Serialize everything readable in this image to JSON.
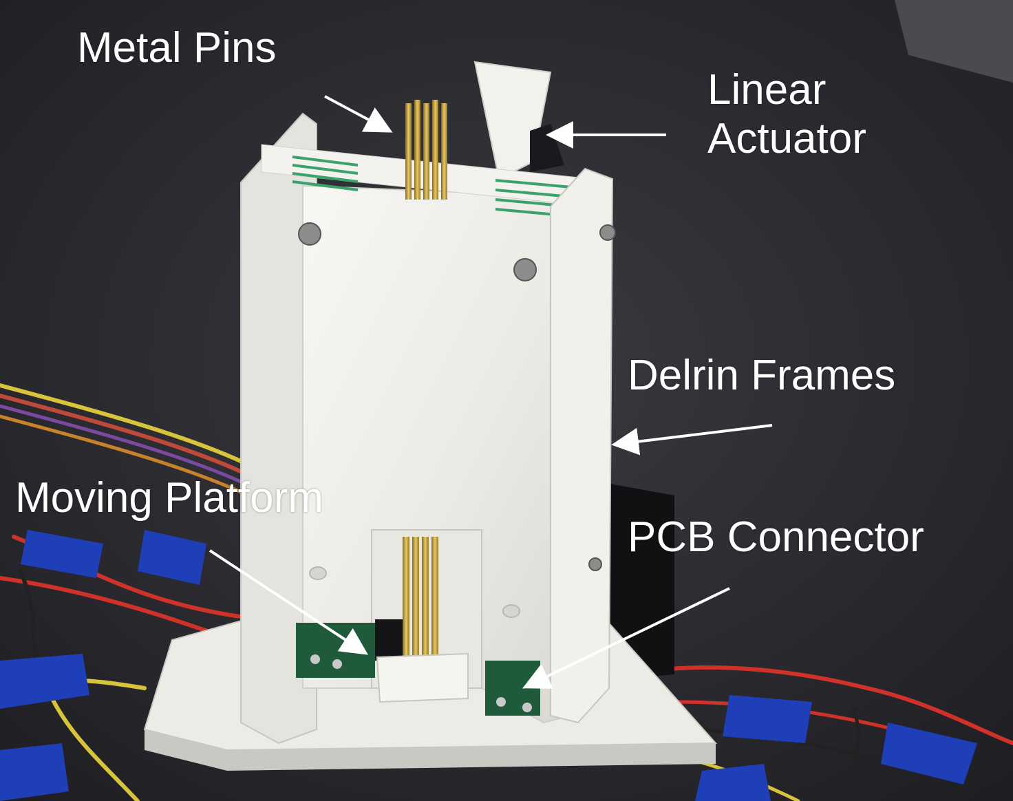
{
  "labels": {
    "metal_pins": "Metal Pins",
    "linear_actuator_line1": "Linear",
    "linear_actuator_line2": "Actuator",
    "delrin_frames": "Delrin Frames",
    "moving_platform": "Moving Platform",
    "pcb_connector": "PCB Connector"
  },
  "colors": {
    "background": "#2a2a2f",
    "delrin": "#f1f1ee",
    "brass": "#c9a541",
    "pcb": "#1f5b3a",
    "tape": "#1e3fb8",
    "wire_red": "#d0322a",
    "wire_yellow": "#d8c43a",
    "label_text": "#ffffff"
  }
}
